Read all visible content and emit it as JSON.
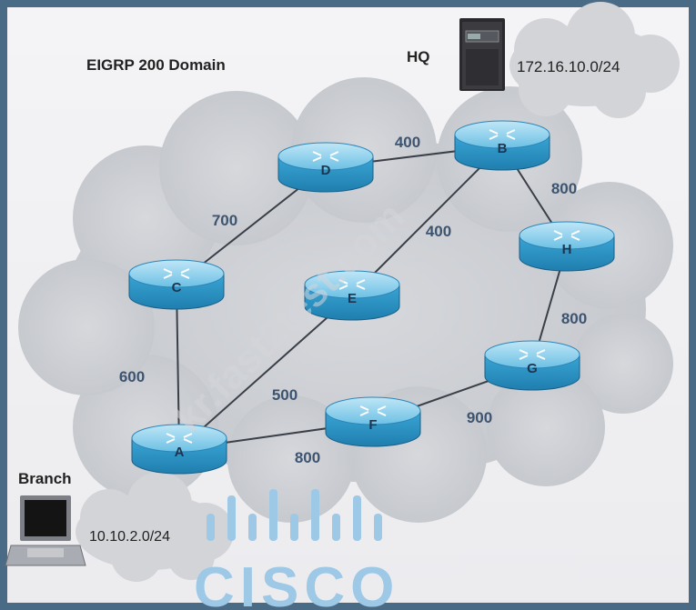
{
  "diagram": {
    "title": "EIGRP 200 Domain",
    "hq_label": "HQ",
    "hq_subnet": "172.16.10.0/24",
    "branch_label": "Branch",
    "branch_subnet": "10.10.2.0/24",
    "watermark": "kr.fast2test.com",
    "logo": "CISCO",
    "routers": [
      {
        "id": "A",
        "label": "A"
      },
      {
        "id": "B",
        "label": "B"
      },
      {
        "id": "C",
        "label": "C"
      },
      {
        "id": "D",
        "label": "D"
      },
      {
        "id": "E",
        "label": "E"
      },
      {
        "id": "F",
        "label": "F"
      },
      {
        "id": "G",
        "label": "G"
      },
      {
        "id": "H",
        "label": "H"
      }
    ],
    "links": [
      {
        "from": "A",
        "to": "C",
        "cost": "600"
      },
      {
        "from": "C",
        "to": "D",
        "cost": "700"
      },
      {
        "from": "D",
        "to": "B",
        "cost": "400"
      },
      {
        "from": "B",
        "to": "E",
        "cost": "400"
      },
      {
        "from": "E",
        "to": "A",
        "cost": "500"
      },
      {
        "from": "B",
        "to": "H",
        "cost": "800"
      },
      {
        "from": "H",
        "to": "G",
        "cost": "800"
      },
      {
        "from": "G",
        "to": "F",
        "cost": "900"
      },
      {
        "from": "F",
        "to": "A",
        "cost": "800"
      }
    ]
  }
}
